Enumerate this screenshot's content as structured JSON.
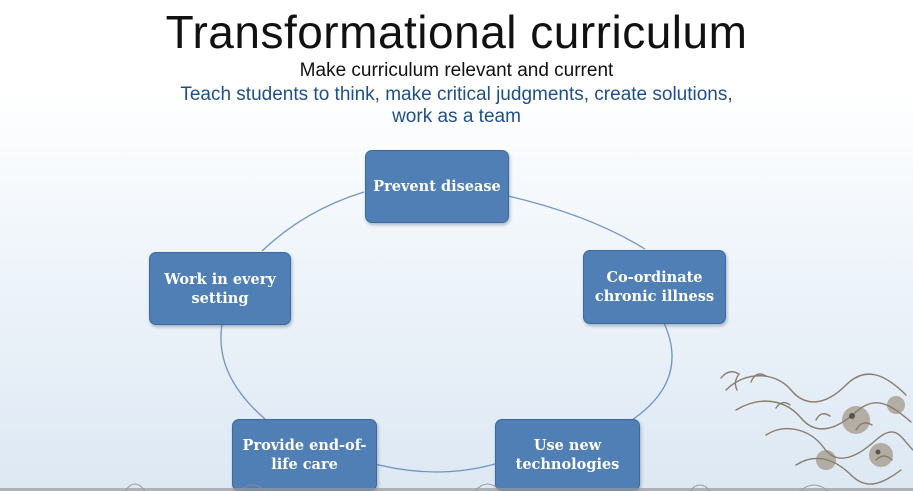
{
  "slide": {
    "title": "Transformational curriculum",
    "subtitle": "Make curriculum relevant and current",
    "tagline_line1": "Teach students to think, make critical judgments, create solutions,",
    "tagline_line2": "work as a team"
  },
  "cycle": {
    "nodes": [
      {
        "id": "prevent",
        "text": "Prevent disease"
      },
      {
        "id": "coordinate",
        "text": "Co-ordinate chronic illness"
      },
      {
        "id": "technologies",
        "text": "Use new technologies"
      },
      {
        "id": "end_of_life",
        "text": "Provide end-of-life care"
      },
      {
        "id": "work",
        "text": "Work in every setting"
      }
    ],
    "edges": [
      [
        "prevent",
        "coordinate"
      ],
      [
        "coordinate",
        "technologies"
      ],
      [
        "technologies",
        "end_of_life"
      ],
      [
        "end_of_life",
        "work"
      ],
      [
        "work",
        "prevent"
      ]
    ]
  },
  "colors": {
    "node_fill": "#4f7fb5",
    "node_text": "#ffffff",
    "connector": "#6f95c2",
    "tagline": "#1f4f8a"
  },
  "decoration": {
    "corner_art": "dragon-illustration",
    "footer": "decorative-seal-strip"
  }
}
